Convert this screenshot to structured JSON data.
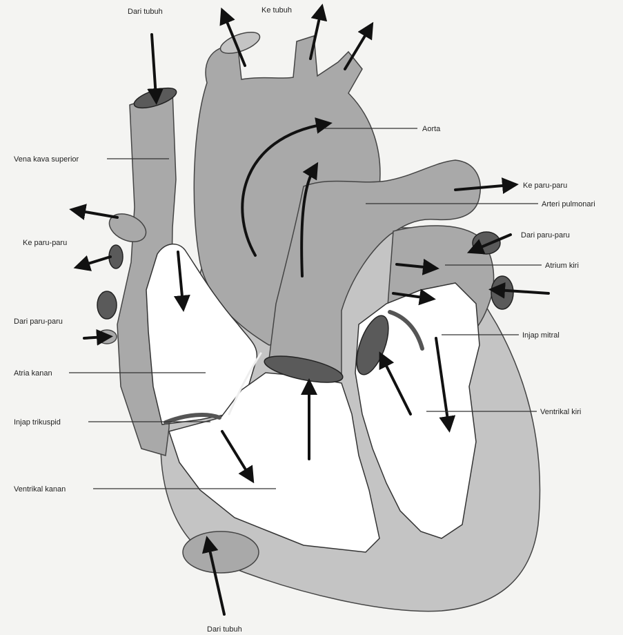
{
  "labels": {
    "dari_tubuh_top": "Dari tubuh",
    "ke_tubuh": "Ke tubuh",
    "aorta": "Aorta",
    "vena_kava_superior": "Vena kava superior",
    "ke_paru_paru_right": "Ke paru-paru",
    "arteri_pulmonari": "Arteri pulmonari",
    "ke_paru_paru_left": "Ke paru-paru",
    "dari_paru_paru_right": "Dari paru-paru",
    "atrium_kiri": "Atrium kiri",
    "dari_paru_paru_left": "Dari paru-paru",
    "injap_mitral": "Injap mitral",
    "atria_kanan": "Atria kanan",
    "injap_trikuspid": "Injap trikuspid",
    "ventrikal_kiri": "Ventrikal kiri",
    "ventrikal_kanan": "Ventrikal kanan",
    "dari_tubuh_bottom": "Dari tubuh"
  },
  "colors": {
    "background": "#f4f4f2",
    "tissue": "#a9a9a9",
    "chamber": "#ffffff",
    "arrow": "#111111"
  }
}
